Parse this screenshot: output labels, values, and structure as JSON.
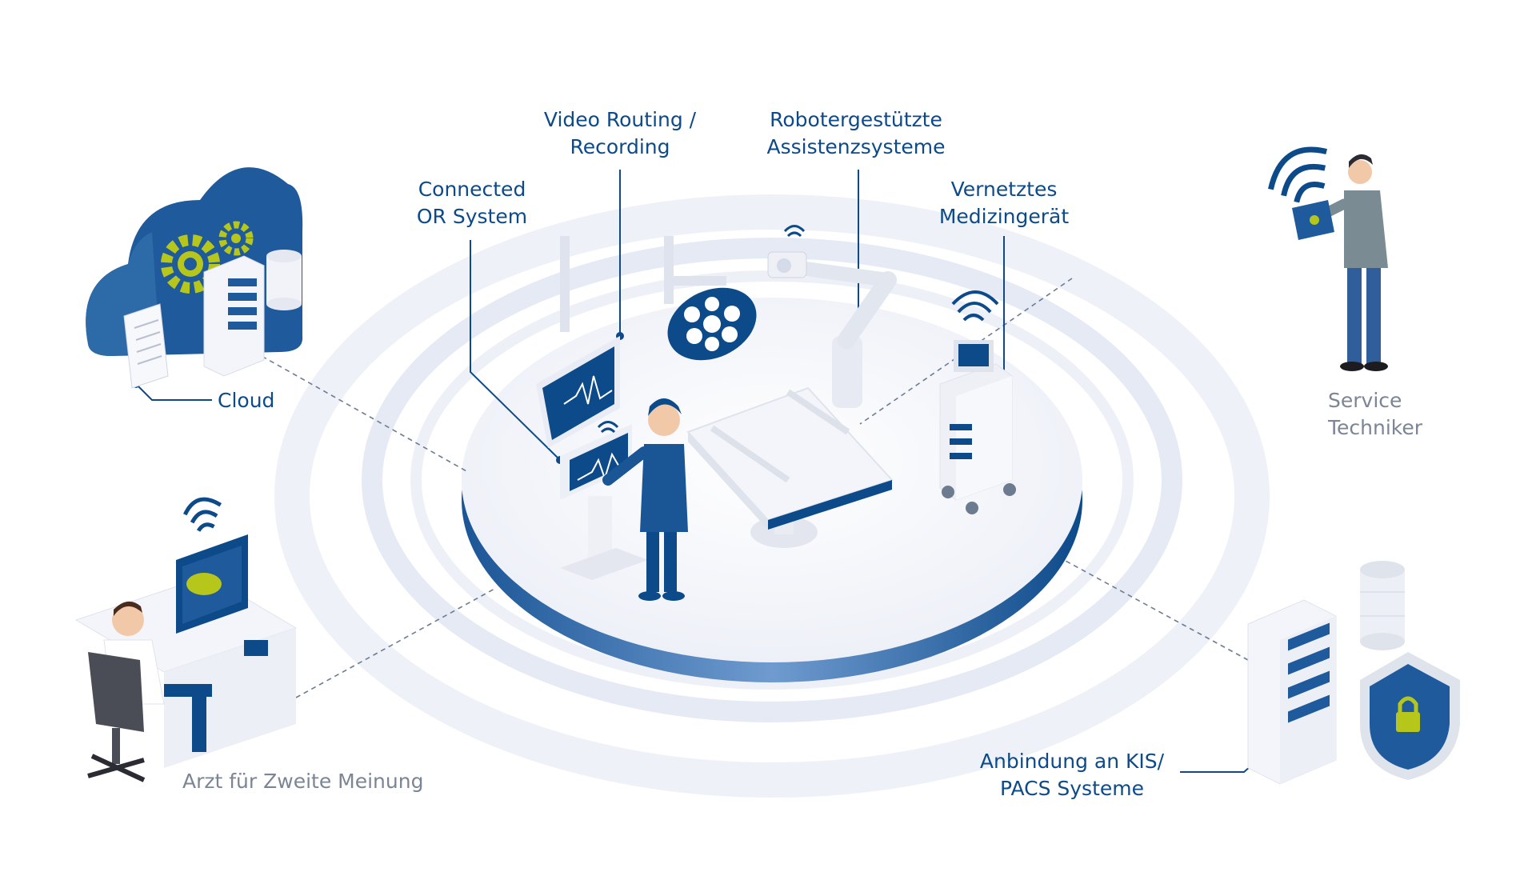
{
  "labels": {
    "video_routing": {
      "line1": "Video Routing /",
      "line2": "Recording"
    },
    "robot": {
      "line1": "Robotergestützte",
      "line2": "Assistenzsysteme"
    },
    "connected_or": {
      "line1": "Connected",
      "line2": "OR System"
    },
    "medical_device": {
      "line1": "Vernetztes",
      "line2": "Medizingerät"
    },
    "cloud": "Cloud",
    "service": {
      "line1": "Service",
      "line2": "Techniker"
    },
    "doctor": "Arzt für Zweite Meinung",
    "kis_pacs": {
      "line1": "Anbindung an KIS/",
      "line2": "PACS Systeme"
    }
  },
  "colors": {
    "primary": "#0d4a8a",
    "accent": "#b6c61a",
    "platform": "#f2f4fa",
    "ring": "#e4e9f3",
    "muted_label": "#7b8595"
  }
}
